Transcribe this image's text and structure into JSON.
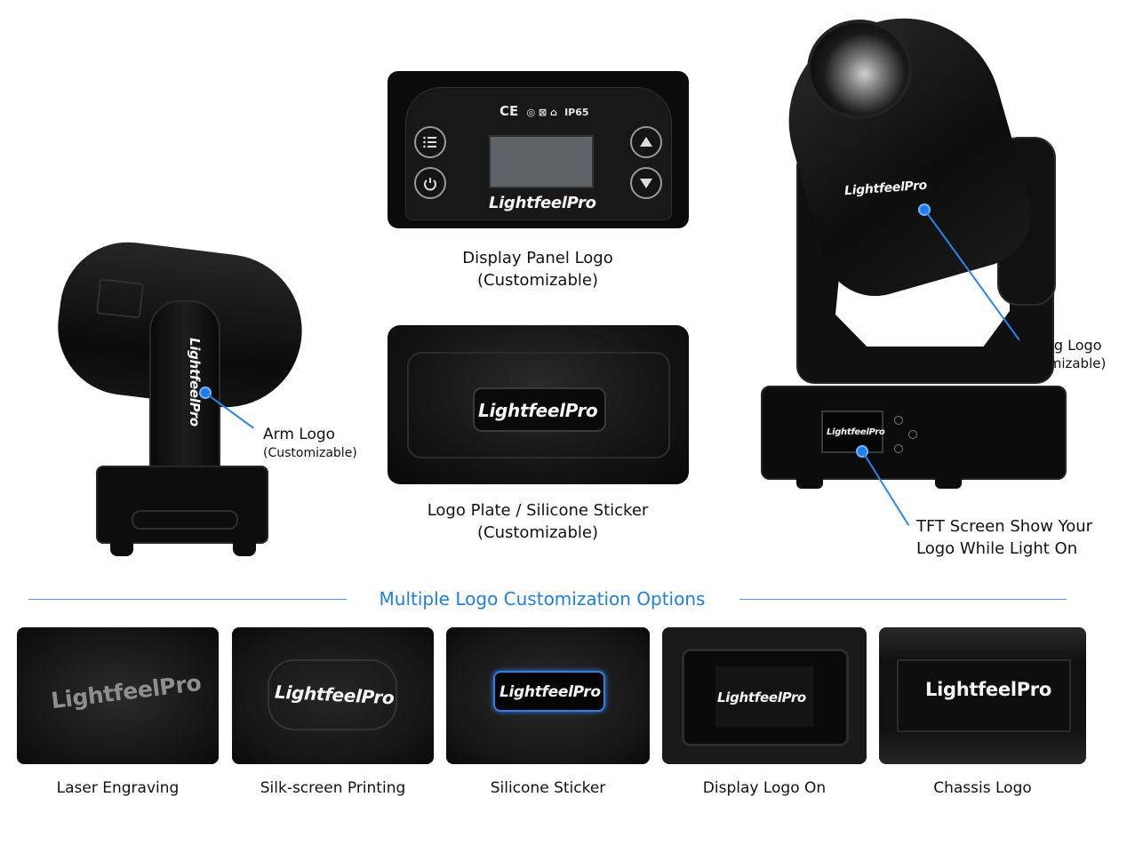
{
  "brand": "LightfeelPro",
  "colors": {
    "accent": "#1e7fe0",
    "device": "#0d0d0d"
  },
  "display_panel": {
    "cert_marks": [
      "CE",
      "IP65"
    ],
    "caption_line1": "Display Panel Logo",
    "caption_line2": "(Customizable)",
    "icons": [
      "menu-icon",
      "power-icon",
      "up-arrow-icon",
      "down-arrow-icon"
    ]
  },
  "logo_plate": {
    "caption_line1": "Logo Plate / Silicone Sticker",
    "caption_line2": "(Customizable)"
  },
  "arm": {
    "label_line1": "Arm Logo",
    "label_line2": "(Customizable)"
  },
  "housing": {
    "label_line1": "Housing Logo",
    "label_line2": "(Customizable)"
  },
  "tft": {
    "label_line1": "TFT Screen Show Your",
    "label_line2": "Logo While Light On"
  },
  "section_title": "Multiple Logo Customization Options",
  "options": [
    {
      "label": "Laser Engraving"
    },
    {
      "label": "Silk-screen Printing"
    },
    {
      "label": "Silicone Sticker"
    },
    {
      "label": "Display Logo On"
    },
    {
      "label": "Chassis Logo"
    }
  ]
}
